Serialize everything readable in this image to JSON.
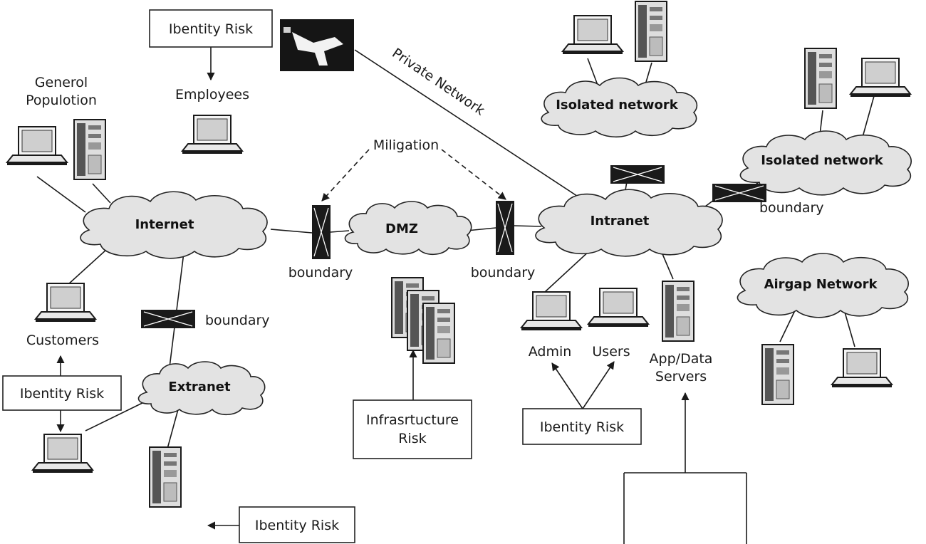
{
  "clouds": {
    "internet": "Internet",
    "dmz": "DMZ",
    "intranet": "Intranet",
    "extranet": "Extranet",
    "isolated_top": "Isolated network",
    "isolated_right": "Isolated network",
    "airgap": "Airgap Network"
  },
  "labels": {
    "general_population": [
      "Generol",
      "Populotion"
    ],
    "employees": "Employees",
    "customers": "Customers",
    "private_network": "Private Network",
    "mitigation": "Miligation",
    "boundary_left": "boundary",
    "boundary_right": "boundary",
    "boundary_extranet": "boundary",
    "boundary_isolated": "boundary",
    "admin": "Admin",
    "users": "Users",
    "app_data_servers": [
      "App/Data",
      "Servers"
    ]
  },
  "risk_boxes": {
    "employees_risk": "Ibentity Risk",
    "customers_risk": "Ibentity Risk",
    "admin_users_risk": "Ibentity Risk",
    "bottom_risk": "Ibentity Risk",
    "infrastructure_risk": [
      "Infrasrtucture",
      "Risk"
    ]
  },
  "icons": {
    "laptop": "laptop-icon",
    "server": "server-tower-icon",
    "firewall": "firewall-icon",
    "remote": "remote-user-image"
  }
}
